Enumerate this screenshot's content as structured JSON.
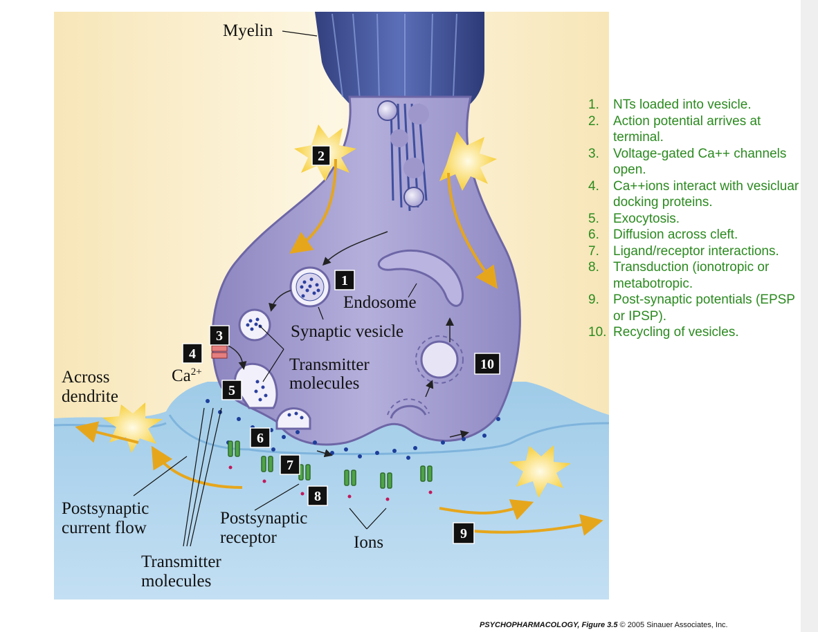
{
  "figure": {
    "labels": {
      "myelin": "Myelin",
      "endosome": "Endosome",
      "synaptic_vesicle": "Synaptic vesicle",
      "transmitter_upper_1": "Transmitter",
      "transmitter_upper_2": "molecules",
      "ca": "Ca",
      "ca_sup": "2+",
      "across_1": "Across",
      "across_2": "dendrite",
      "postcurrent_1": "Postsynaptic",
      "postcurrent_2": "current flow",
      "postreceptor_1": "Postsynaptic",
      "postreceptor_2": "receptor",
      "ions": "Ions",
      "transmitter_lower_1": "Transmitter",
      "transmitter_lower_2": "molecules"
    },
    "markers": [
      "1",
      "2",
      "3",
      "4",
      "5",
      "6",
      "7",
      "8",
      "9",
      "10"
    ]
  },
  "steps": [
    {
      "num": "1.",
      "text": "NTs loaded into vesicle."
    },
    {
      "num": "2.",
      "text": "Action potential arrives at terminal."
    },
    {
      "num": "3.",
      "text": "Voltage-gated Ca++ channels open."
    },
    {
      "num": "4.",
      "text": "Ca++ions  interact with vesicluar docking proteins."
    },
    {
      "num": "5.",
      "text": "Exocytosis."
    },
    {
      "num": "6.",
      "text": "Diffusion across cleft."
    },
    {
      "num": "7.",
      "text": "Ligand/receptor interactions."
    },
    {
      "num": "8.",
      "text": "Transduction (ionotropic or metabotropic."
    },
    {
      "num": "9.",
      "text": "Post-synaptic potentials (EPSP or IPSP)."
    },
    {
      "num": "10.",
      "text": " Recycling of vesicles."
    }
  ],
  "credit": {
    "title": "PSYCHOPHARMACOLOGY, Figure 3.5",
    "rest": "© 2005 Sinauer Associates, Inc."
  },
  "colors": {
    "text_green": "#2b8a1f",
    "terminal": "#a9a4d2",
    "postsynaptic": "#b5d8f0",
    "cytoplasm_bg": "#fbf1d6"
  }
}
